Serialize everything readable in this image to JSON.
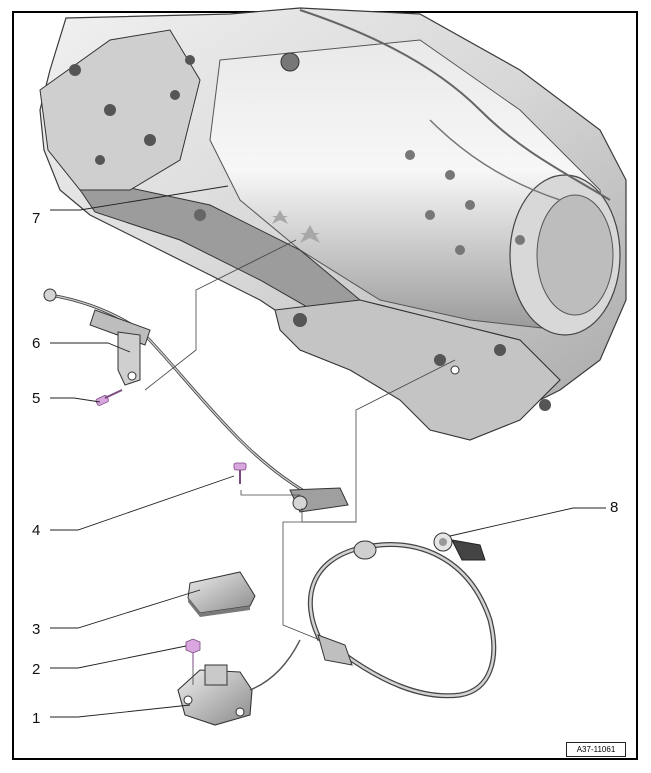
{
  "diagram": {
    "reference_code": "A37-11061",
    "callouts": [
      {
        "id": "1",
        "label": "1"
      },
      {
        "id": "2",
        "label": "2"
      },
      {
        "id": "3",
        "label": "3"
      },
      {
        "id": "4",
        "label": "4"
      },
      {
        "id": "5",
        "label": "5"
      },
      {
        "id": "6",
        "label": "6"
      },
      {
        "id": "7",
        "label": "7"
      },
      {
        "id": "8",
        "label": "8"
      }
    ],
    "colors": {
      "housing_light": "#e4e4e4",
      "housing_mid": "#c9c9c9",
      "housing_dark": "#8e8e8e",
      "outline": "#3a3a3a",
      "fastener": "#d9a6e0",
      "leader": "#222222"
    }
  }
}
